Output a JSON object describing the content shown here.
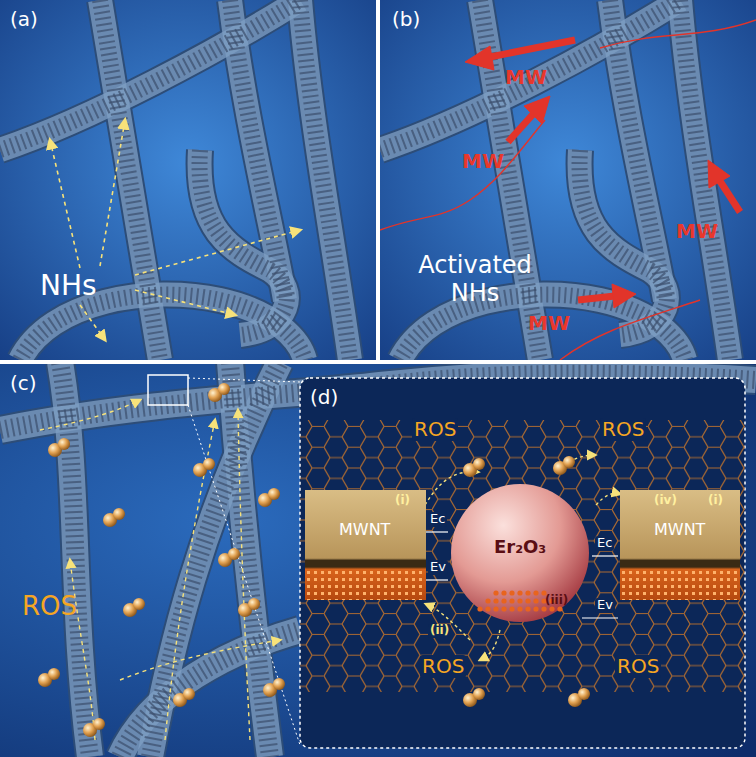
{
  "diagram": {
    "nodes": [
      {
        "text": [
          "(a)",
          "NHs"
        ]
      },
      {
        "text": [
          "(b)",
          "Activated NHs"
        ]
      },
      {
        "text": [
          "(c)",
          "ROS"
        ]
      },
      {
        "text": [
          "(d)"
        ],
        "in": 2
      },
      {
        "text": [
          "MWNT"
        ],
        "in": 3
      },
      {
        "text": [
          "Er₂O₃"
        ],
        "in": 3
      },
      {
        "text": [
          "MWNT"
        ],
        "in": 3
      }
    ],
    "labels": [
      "MW",
      "MW",
      "MW",
      "MW",
      "ROS",
      "ROS",
      "ROS",
      "ROS",
      "Ec",
      "Ev",
      "Ec",
      "Ev",
      "(i)",
      "(ii)",
      "(iii)",
      "(iv)",
      "(i)"
    ]
  }
}
